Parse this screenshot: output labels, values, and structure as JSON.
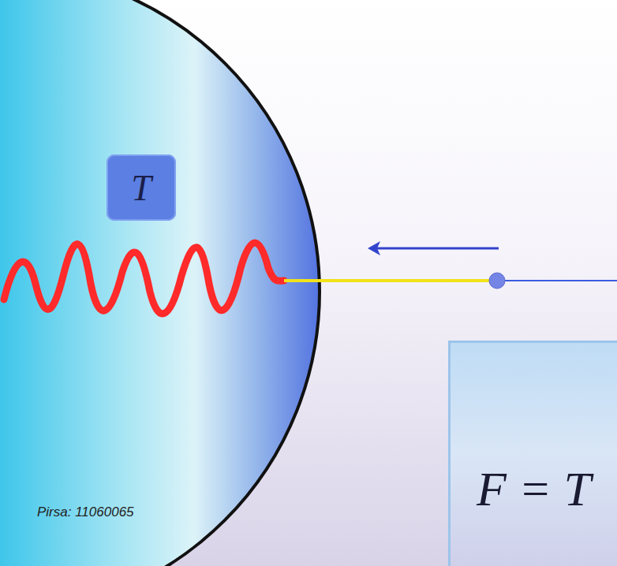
{
  "diagram": {
    "nodes": [
      {
        "text": [
          "T"
        ]
      },
      {
        "text": [
          "F = T"
        ]
      }
    ],
    "labels": [
      "Pirsa: 11060065"
    ]
  }
}
